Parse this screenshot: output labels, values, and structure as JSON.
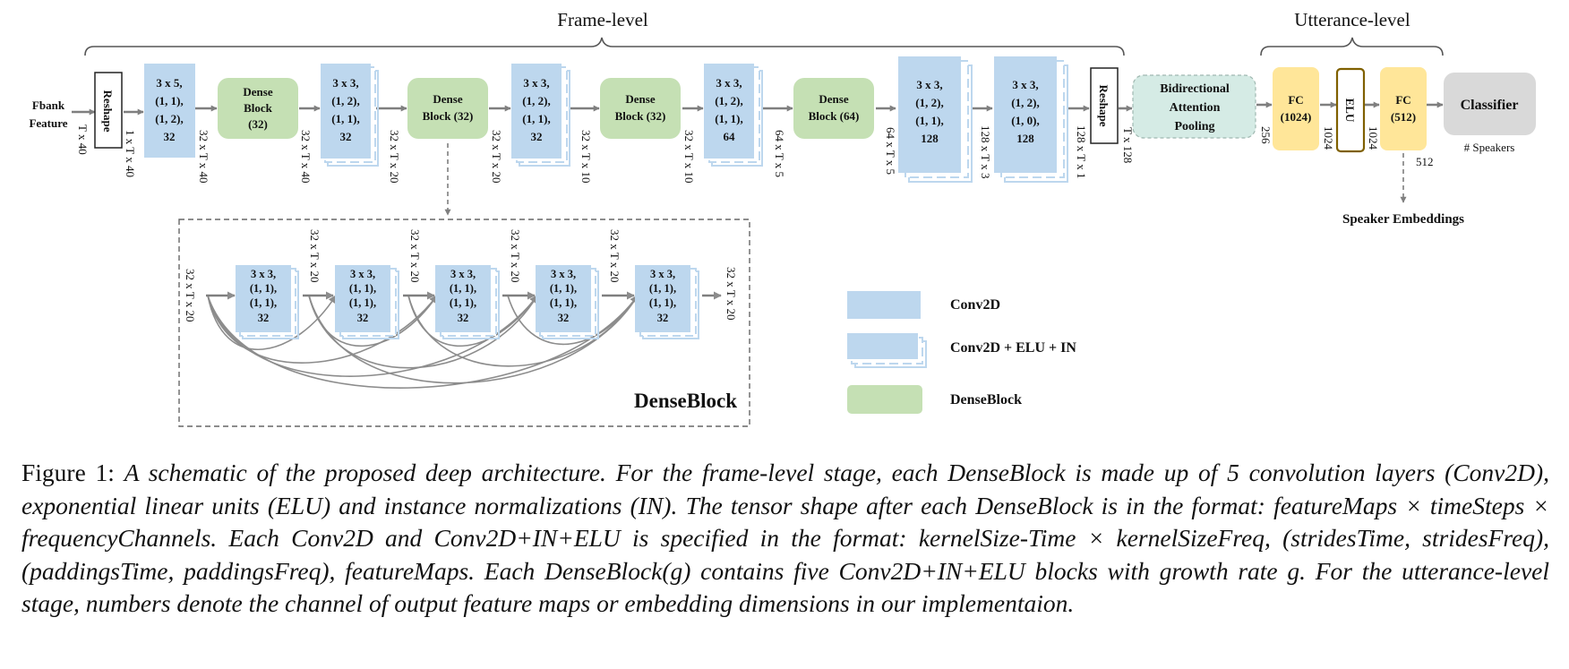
{
  "stages": {
    "frame_level": "Frame-level",
    "utterance_level": "Utterance-level"
  },
  "input": {
    "line1": "Fbank",
    "line2": "Feature",
    "dim": "T x 40"
  },
  "reshape_label": "Reshape",
  "main_blocks": [
    {
      "lines": [
        "3 x 5,",
        "(1, 1),",
        "(1, 2),",
        "32"
      ],
      "out": "1 x T x 40"
    },
    {
      "lines": [
        "Dense",
        "Block",
        "(32)"
      ],
      "out": "32 x T x 40"
    },
    {
      "lines": [
        "3 x 3,",
        "(1, 2),",
        "(1, 1),",
        "32"
      ],
      "out": "32 x T x 40"
    },
    {
      "lines": [
        "Dense",
        "Block (32)"
      ],
      "out": "32 x T x 20"
    },
    {
      "lines": [
        "3 x 3,",
        "(1, 2),",
        "(1, 1),",
        "32"
      ],
      "out": "32 x T x 20"
    },
    {
      "lines": [
        "Dense",
        "Block (32)"
      ],
      "out": "32 x T x 10"
    },
    {
      "lines": [
        "3 x 3,",
        "(1, 2),",
        "(1, 1),",
        "64"
      ],
      "out": "32 x T x 10"
    },
    {
      "lines": [
        "Dense",
        "Block (64)"
      ],
      "out": "64 x T x 5"
    },
    {
      "lines": [
        "3 x 3,",
        "(1, 2),",
        "(1, 1),",
        "128"
      ],
      "out": "64 x T x 5"
    },
    {
      "lines": [
        "3 x 3,",
        "(1, 2),",
        "(1, 0),",
        "128"
      ],
      "out": "128 x T x 3"
    }
  ],
  "dims_after_second_reshape": [
    "128 x T x 1",
    "T x 128"
  ],
  "pooling": {
    "lines": [
      "Bidirectional",
      "Attention",
      "Pooling"
    ],
    "out": "256"
  },
  "fc1": {
    "lines": [
      "FC",
      "(1024)"
    ],
    "out": "1024"
  },
  "elu": {
    "label": "ELU",
    "out": "1024"
  },
  "fc2": {
    "lines": [
      "FC",
      "(512)"
    ],
    "out": "512"
  },
  "classifier": {
    "label": "Classifier",
    "sub": "# Speakers"
  },
  "embeddings": "Speaker Embeddings",
  "dense_block_detail": {
    "title": "DenseBlock",
    "conv_lines": [
      "3 x 3,",
      "(1, 1),",
      "(1, 1),",
      "32"
    ],
    "dims": [
      "32 x T x 20",
      "32 x T x 20",
      "32 x T x 20",
      "32 x T x 20",
      "32 x T x 20",
      "32 x T x 20"
    ]
  },
  "legend": [
    {
      "type": "conv2d",
      "label": "Conv2D"
    },
    {
      "type": "conv2d-elu-in",
      "label": "Conv2D + ELU + IN"
    },
    {
      "type": "denseblock",
      "label": "DenseBlock"
    }
  ],
  "colors": {
    "conv": "#bdd7ee",
    "dense": "#c5e0b4",
    "pooling": "#d5ebe5",
    "fc": "#ffe699",
    "classifier": "#d9d9d9",
    "elu_border": "#7f6000",
    "arrow": "#7f7f7f"
  },
  "caption": {
    "lead": "Figure 1: ",
    "body": "A schematic of the proposed deep architecture.  For the frame-level stage, each DenseBlock is made up of 5 convolution layers (Conv2D), exponential linear units (ELU) and instance normalizations (IN). The tensor shape after each DenseBlock is in the format: featureMaps × timeSteps × frequencyChannels. Each Conv2D and Conv2D+IN+ELU is specified in the format: kernelSize-Time × kernelSizeFreq, (stridesTime, stridesFreq), (paddingsTime, paddingsFreq), featureMaps.  Each DenseBlock(g) contains five Conv2D+IN+ELU blocks with growth rate g.  For the utterance-level stage, numbers denote the channel of output feature maps or embedding dimensions in our implementaion."
  }
}
